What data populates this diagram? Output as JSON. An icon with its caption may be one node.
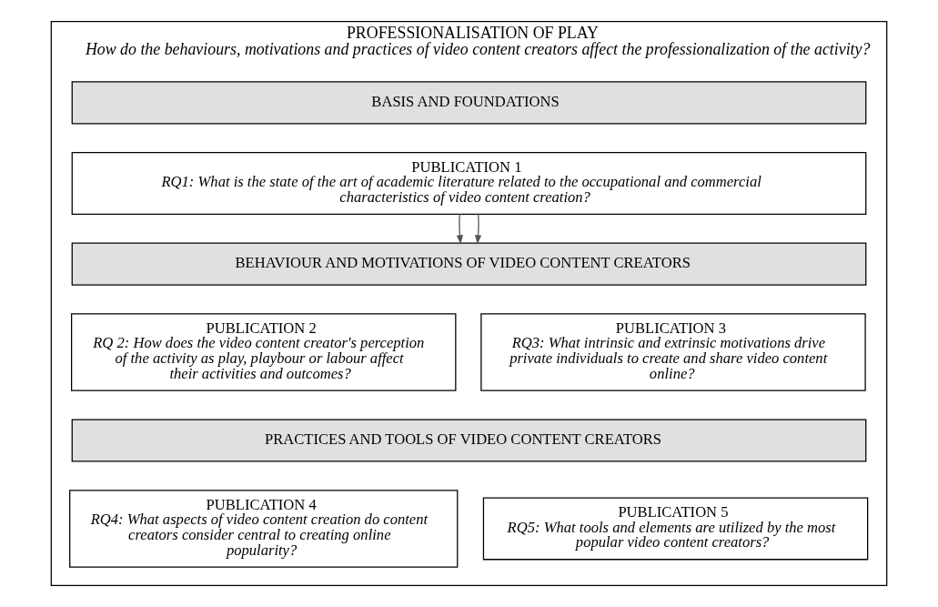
{
  "diagram": {
    "nodes": [
      {
        "text": [
          "PROFESSIONALISATION OF PLAY",
          "How do the behaviours, motivations and practices of video content creators affect the professionalization of the activity?"
        ]
      },
      {
        "text": [
          "BASIS AND FOUNDATIONS"
        ],
        "in": 0
      },
      {
        "text": [
          "PUBLICATION 1",
          "RQ1: What is the state of the art of academic literature related to the occupational and commercial characteristics of video content creation?"
        ],
        "in": 0
      },
      {
        "text": [
          "BEHAVIOUR AND MOTIVATIONS OF VIDEO CONTENT CREATORS"
        ],
        "in": 0
      },
      {
        "text": [
          "PUBLICATION 2",
          "RQ 2: How does the video content creator's perception of the activity as play, playbour or labour affect their activities and outcomes?"
        ],
        "in": 0
      },
      {
        "text": [
          "PUBLICATION 3",
          "RQ3: What intrinsic and extrinsic motivations drive private individuals to create and share video content online?"
        ],
        "in": 0
      },
      {
        "text": [
          "PRACTICES AND TOOLS OF VIDEO CONTENT CREATORS"
        ],
        "in": 0
      },
      {
        "text": [
          "PUBLICATION 4",
          "RQ4: What aspects of video content creation do content creators consider central to creating online popularity?"
        ],
        "in": 0
      },
      {
        "text": [
          "PUBLICATION 5",
          "RQ5: What tools and elements are utilized by the most popular video content creators?"
        ],
        "in": 0
      }
    ],
    "edges": [
      {
        "from": 2,
        "to": 3,
        "arrow": "to"
      },
      {
        "from": 2,
        "to": 3,
        "arrow": "to"
      }
    ]
  }
}
